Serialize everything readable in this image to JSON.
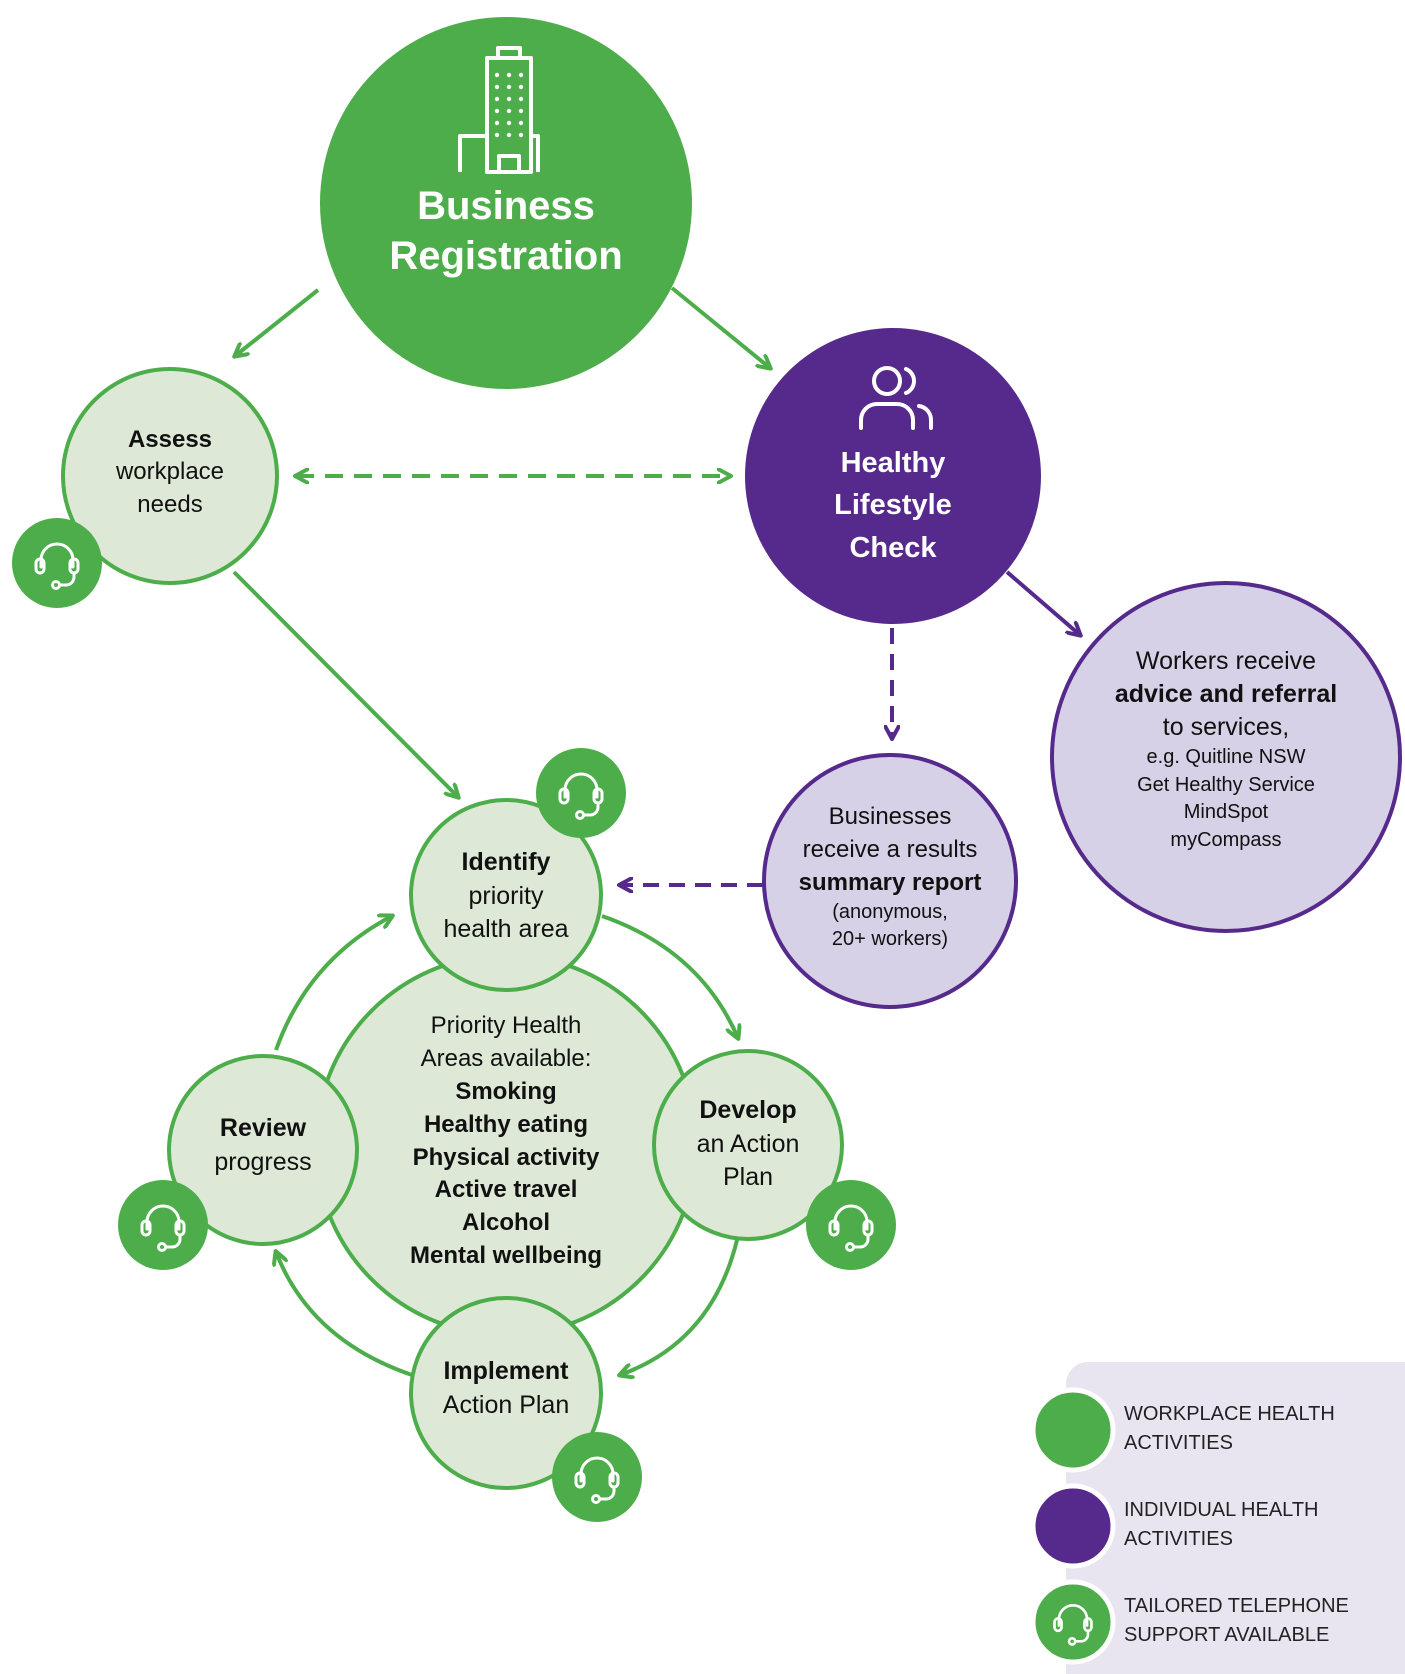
{
  "colors": {
    "green": "#4cad4a",
    "green_light": "#dde9d6",
    "purple": "#562a8c",
    "purple_light": "#d6d1e6",
    "legend_bg": "#e8e5f0"
  },
  "icons": {
    "building": "building-icon",
    "people": "people-icon",
    "headset": "headset-icon"
  },
  "nodes": {
    "business_registration": {
      "line1": "Business",
      "line2": "Registration"
    },
    "assess": {
      "line1": "Assess",
      "line2": "workplace",
      "line3": "needs"
    },
    "healthy_lifestyle_check": {
      "line1": "Healthy",
      "line2": "Lifestyle",
      "line3": "Check"
    },
    "workers": {
      "line1": "Workers receive",
      "line2": "advice and referral",
      "line3": "to services,",
      "line4": "e.g. Quitline NSW",
      "line5": "Get Healthy Service",
      "line6": "MindSpot",
      "line7": "myCompass"
    },
    "businesses": {
      "line1": "Businesses",
      "line2": "receive a results",
      "line3": "summary report",
      "line4": "(anonymous,",
      "line5": "20+ workers)"
    },
    "identify": {
      "line1": "Identify",
      "line2": "priority",
      "line3": "health area"
    },
    "priority_areas": {
      "line1": "Priority Health",
      "line2": "Areas available:",
      "items": [
        "Smoking",
        "Healthy eating",
        "Physical activity",
        "Active travel",
        "Alcohol",
        "Mental wellbeing"
      ]
    },
    "develop": {
      "line1": "Develop",
      "line2": "an Action",
      "line3": "Plan"
    },
    "review": {
      "line1": "Review",
      "line2": "progress"
    },
    "implement": {
      "line1": "Implement",
      "line2": "Action Plan"
    }
  },
  "legend": {
    "workplace": {
      "line1": "WORKPLACE HEALTH",
      "line2": "ACTIVITIES"
    },
    "individual": {
      "line1": "INDIVIDUAL HEALTH",
      "line2": "ACTIVITIES"
    },
    "telephone": {
      "line1": "TAILORED TELEPHONE",
      "line2": "SUPPORT AVAILABLE"
    }
  }
}
